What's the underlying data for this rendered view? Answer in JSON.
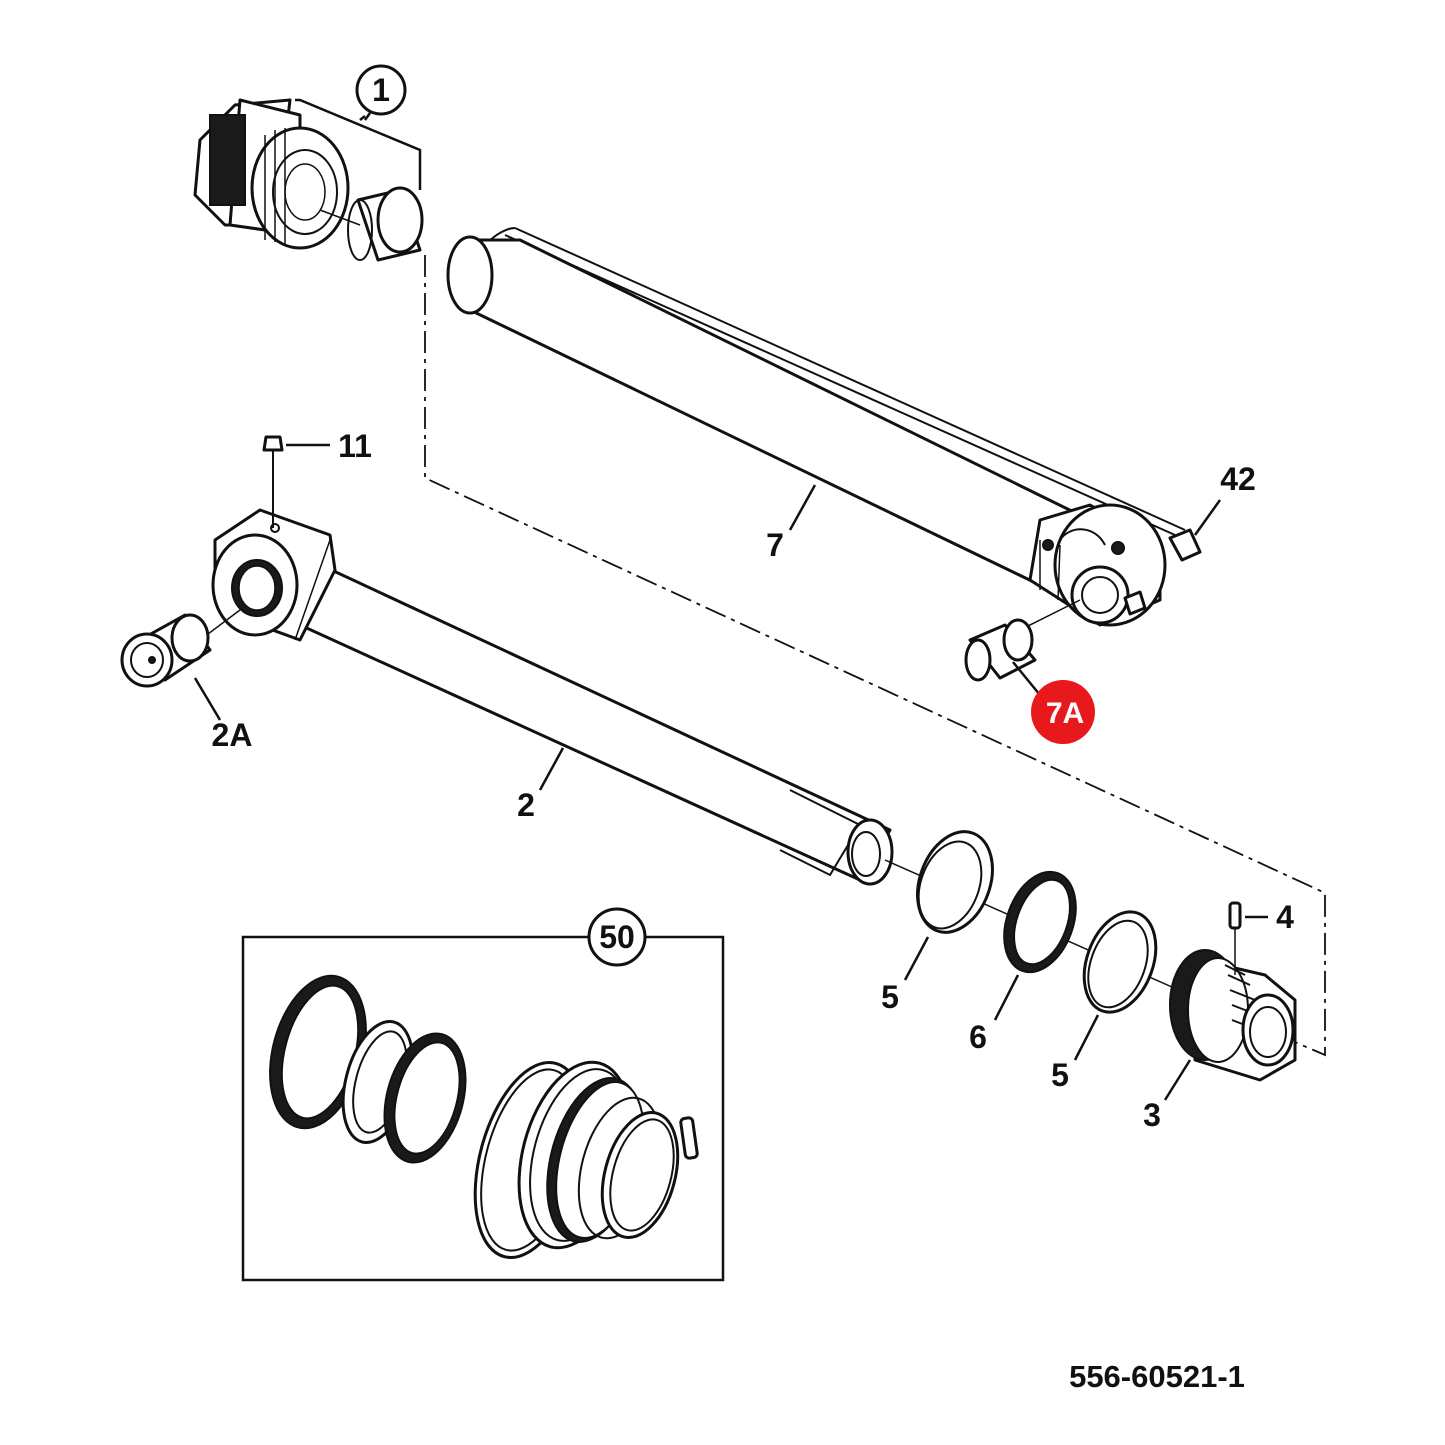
{
  "callouts": {
    "c1": "1",
    "c2": "2",
    "c2a": "2A",
    "c3": "3",
    "c4": "4",
    "c5a": "5",
    "c5b": "5",
    "c6": "6",
    "c7": "7",
    "c7a": "7A",
    "c11": "11",
    "c42": "42",
    "c50": "50"
  },
  "drawing_number": "556-60521-1",
  "colors": {
    "highlight": "#e8191c",
    "line": "#111111",
    "background": "#ffffff"
  }
}
